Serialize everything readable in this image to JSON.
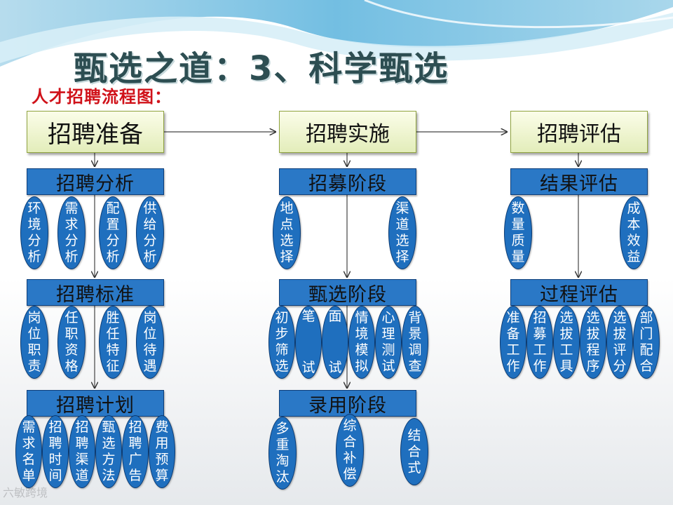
{
  "title": "甄选之道：3、科学甄选",
  "subtitle": "人才招聘流程图：",
  "watermark": "六敏跨境",
  "columns": [
    {
      "header": "招聘准备",
      "stages": [
        {
          "label": "招聘分析",
          "items": [
            "环境分析",
            "需求分析",
            "配置分析",
            "供给分析"
          ]
        },
        {
          "label": "招聘标准",
          "items": [
            "岗位职责",
            "任职资格",
            "胜任特征",
            "岗位待遇"
          ]
        },
        {
          "label": "招聘计划",
          "items": [
            "需求名单",
            "招聘时间",
            "招聘渠道",
            "甄选方法",
            "招聘广告",
            "费用预算"
          ]
        }
      ]
    },
    {
      "header": "招聘实施",
      "stages": [
        {
          "label": "招募阶段",
          "items": [
            "地点选择",
            "渠道选择"
          ]
        },
        {
          "label": "甄选阶段",
          "items": [
            "初步筛选",
            "笔试",
            "面试",
            "情境模拟",
            "心理测试",
            "背景调查"
          ]
        },
        {
          "label": "录用阶段",
          "items": [
            "多重淘汰",
            "综合补偿",
            "结合式"
          ]
        }
      ]
    },
    {
      "header": "招聘评估",
      "stages": [
        {
          "label": "结果评估",
          "items": [
            "数量质量",
            "成本效益"
          ]
        },
        {
          "label": "过程评估",
          "items": [
            "准备工作",
            "招募工作",
            "选拔工具",
            "选拔程序",
            "选拔评分",
            "部门配合"
          ]
        }
      ]
    }
  ]
}
